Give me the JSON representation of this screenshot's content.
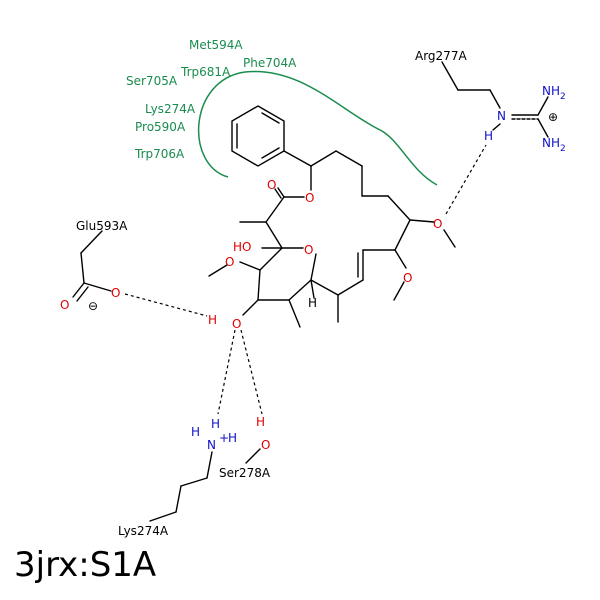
{
  "title": "3jrx:S1A",
  "colors": {
    "hydrophobic": "#1a8c4e",
    "oxygen": "#e00000",
    "nitrogen": "#1010c8",
    "bond": "#000000"
  },
  "hydrophobic_residues": [
    "Met594A",
    "Phe704A",
    "Trp681A",
    "Ser705A",
    "Lys274A",
    "Pro590A",
    "Trp706A"
  ],
  "residues": {
    "arg": "Arg277A",
    "glu": "Glu593A",
    "ser": "Ser278A",
    "lys": "Lys274A"
  },
  "atoms": {
    "O": "O",
    "N": "N",
    "H": "H",
    "HO": "HO",
    "NH2": "NH",
    "sub2": "2",
    "plus": "+",
    "charge_pos": "⊕",
    "charge_neg": "⊖"
  }
}
